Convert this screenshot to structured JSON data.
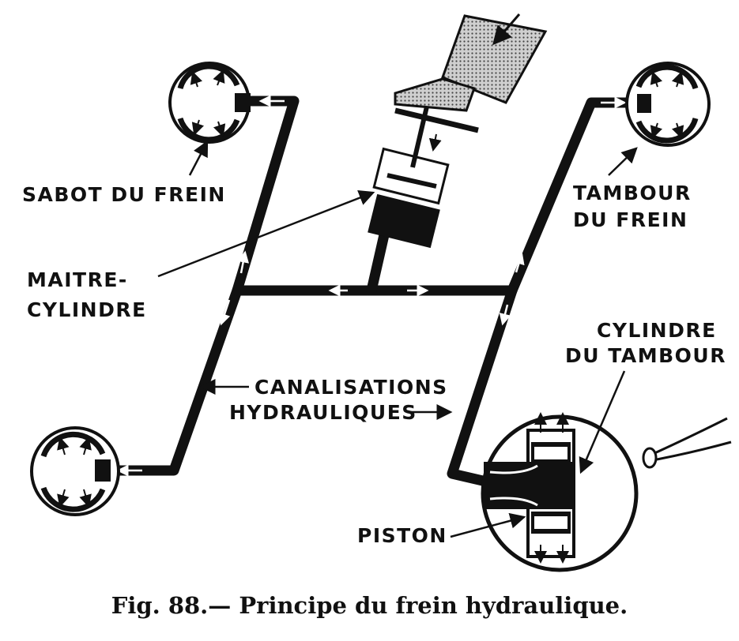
{
  "labels": {
    "sabot": "SABOT DU FREIN",
    "maitre_line1": "MAITRE-",
    "maitre_line2": "CYLINDRE",
    "tambour_line1": "TAMBOUR",
    "tambour_line2": "DU FREIN",
    "canalisations_line1": "CANALISATIONS",
    "canalisations_line2": "HYDRAULIQUES",
    "cylindre_tambour_line1": "CYLINDRE",
    "cylindre_tambour_line2": "DU TAMBOUR",
    "piston": "PISTON"
  },
  "caption": "Fig. 88.— Principe du frein hydraulique."
}
